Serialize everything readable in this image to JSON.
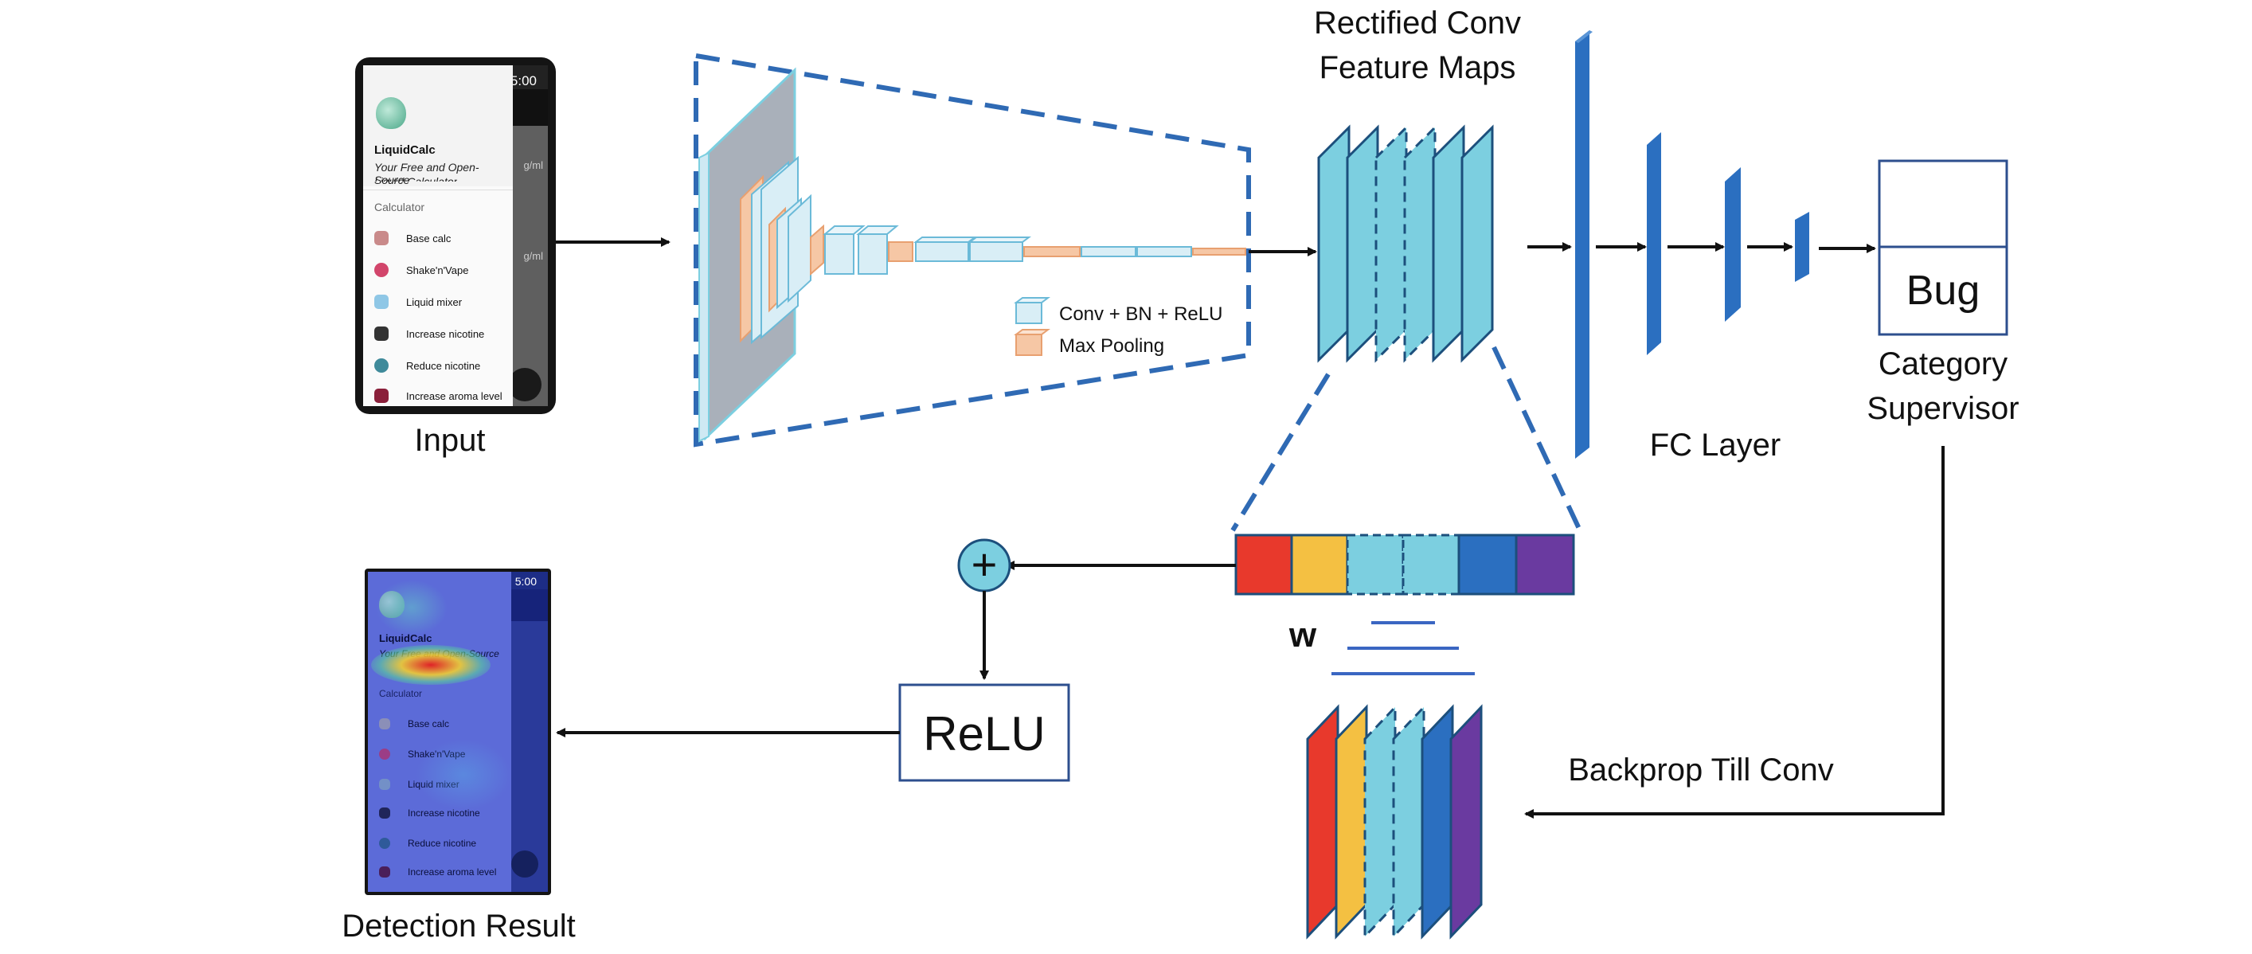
{
  "labels": {
    "input": "Input",
    "rectified": [
      "Rectified Conv",
      "Feature Maps"
    ],
    "fc_layer": "FC Layer",
    "category_supervisor": [
      "Category",
      "Supervisor"
    ],
    "bug": "Bug",
    "backprop": "Backprop Till Conv",
    "relu": "ReLU",
    "plus": "+",
    "w": "w",
    "detection_result": "Detection Result"
  },
  "legend": {
    "conv": "Conv + BN + ReLU",
    "pool": "Max Pooling"
  },
  "phone": {
    "status_time": "5:00",
    "app_name": "LiquidCalc",
    "tagline": "Your Free and Open-Source",
    "tagline_cut": "Liquid Calculator",
    "section": "Calculator",
    "menu_items": [
      "Base calc",
      "Shake'n'Vape",
      "Liquid mixer",
      "Increase nicotine",
      "Reduce nicotine",
      "Increase aroma level"
    ],
    "peek_text": "g/ml"
  },
  "colors": {
    "conv_blue": "#7ccfe0",
    "pool_orange": "#f6c7a5",
    "fc_blue": "#2b6fc0",
    "dash_blue": "#2f6ab4",
    "weights": [
      "#e8392c",
      "#f4c042",
      "#7ccfe0",
      "#7ccfe0",
      "#2b6fc0",
      "#6a3aa0"
    ],
    "box_border": "#2d4f8e"
  }
}
